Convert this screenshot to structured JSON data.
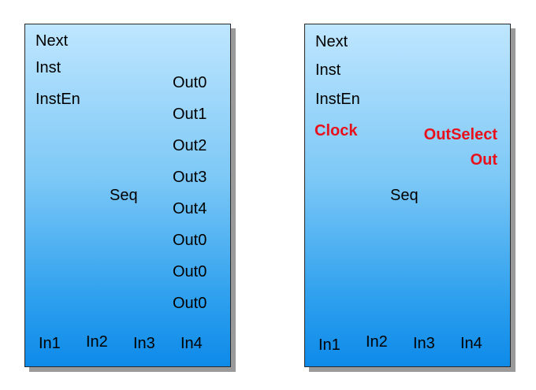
{
  "colors": {
    "block_top": "#bfe6ff",
    "block_bottom": "#0d8ae9",
    "border": "#2a2a2a",
    "shadow": "#9a9a9a",
    "highlight": "#e8101a"
  },
  "left_block": {
    "inputs_top": [
      "Next",
      "Inst",
      "InstEn"
    ],
    "center_label": "Seq",
    "outputs": [
      "Out0",
      "Out1",
      "Out2",
      "Out3",
      "Out4",
      "Out0",
      "Out0",
      "Out0"
    ],
    "inputs_bottom": [
      "In1",
      "In2",
      "In3",
      "In4"
    ]
  },
  "right_block": {
    "inputs_top": [
      "Next",
      "Inst",
      "InstEn"
    ],
    "added_input": "Clock",
    "added_outputs": [
      "OutSelect",
      "Out"
    ],
    "center_label": "Seq",
    "inputs_bottom": [
      "In1",
      "In2",
      "In3",
      "In4"
    ]
  }
}
